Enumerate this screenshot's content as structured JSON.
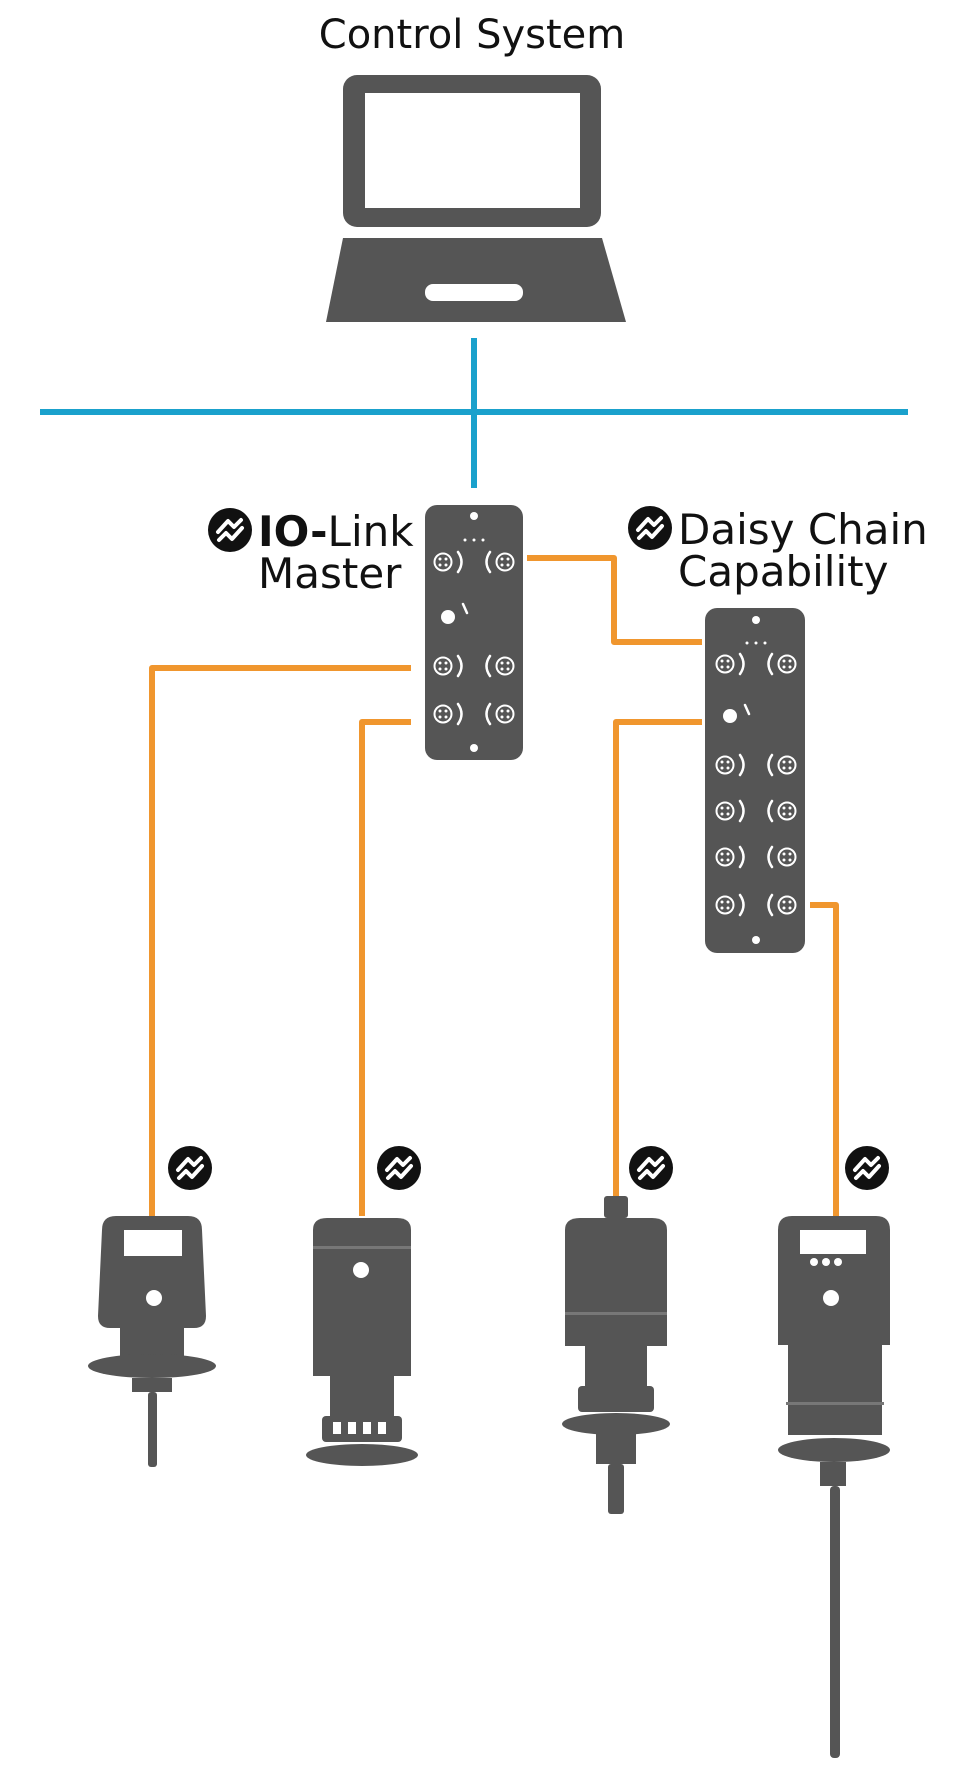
{
  "title": "Control System",
  "io_link_master": {
    "bold": "IO-",
    "rest": "Link",
    "line2": "Master"
  },
  "daisy_chain": {
    "line1": "Daisy Chain",
    "line2": "Capability"
  },
  "colors": {
    "network": "#1aa1cc",
    "io_link_cable": "#f0962e",
    "device": "#555555",
    "port": "#ffffff"
  },
  "icons": [
    "laptop-icon",
    "io-link-icon",
    "io-link-master-module",
    "daisy-chain-module",
    "sensor-device"
  ]
}
